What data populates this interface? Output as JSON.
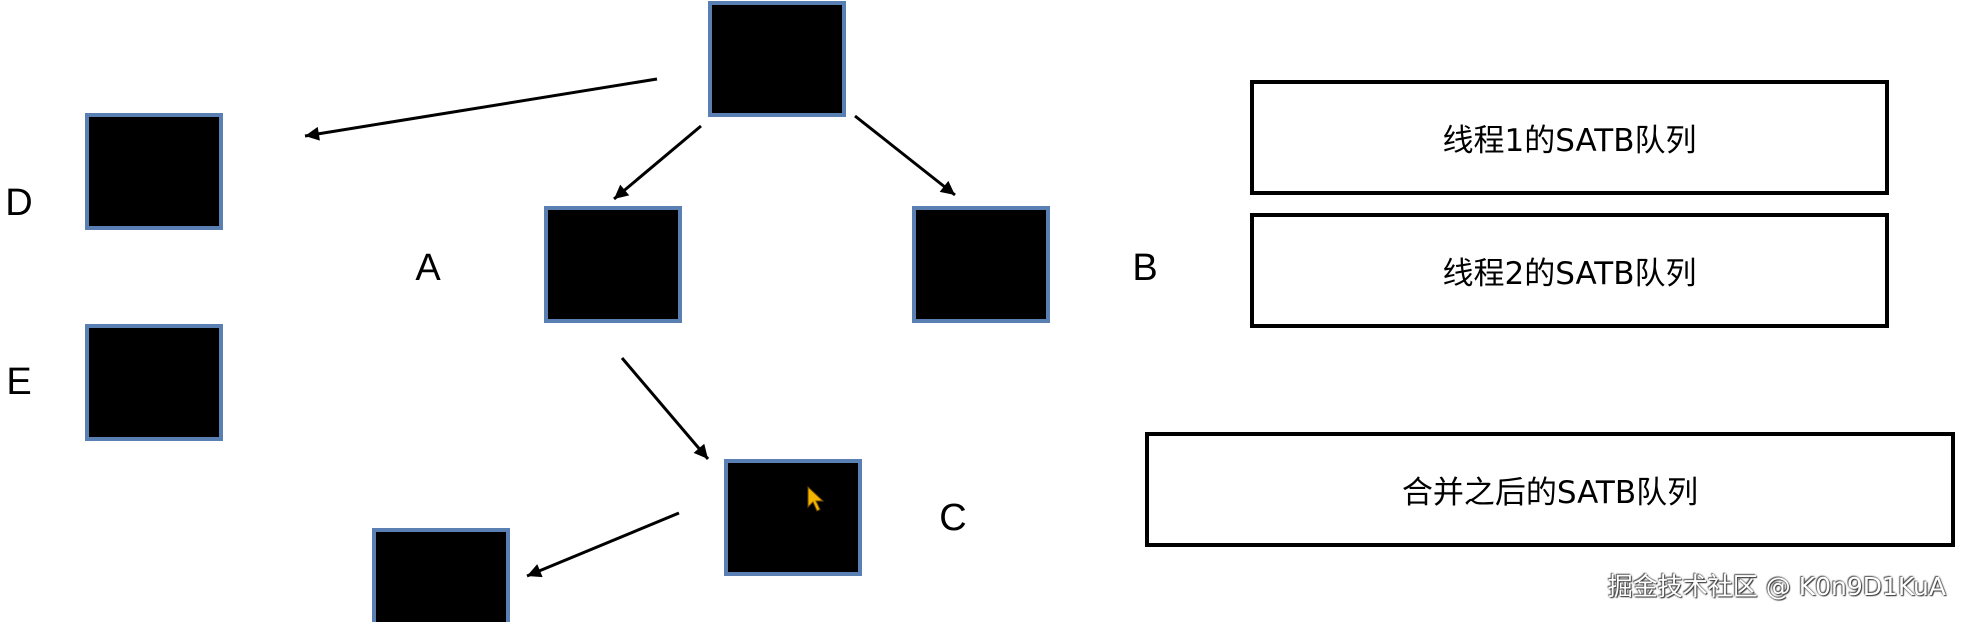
{
  "labels": {
    "a": "A",
    "b": "B",
    "c": "C",
    "d": "D",
    "e": "E"
  },
  "queues": {
    "thread1": "线程1的SATB队列",
    "thread2": "线程2的SATB队列",
    "merged": "合并之后的SATB队列"
  },
  "watermark": "掘金技术社区 @ K0n9D1KuA",
  "icons": {
    "cursor": "cursor-icon"
  },
  "colors": {
    "node_fill": "#000000",
    "node_border": "#5a7fb3",
    "box_border": "#000000",
    "arrow": "#000000",
    "cursor": "#f5b400"
  }
}
